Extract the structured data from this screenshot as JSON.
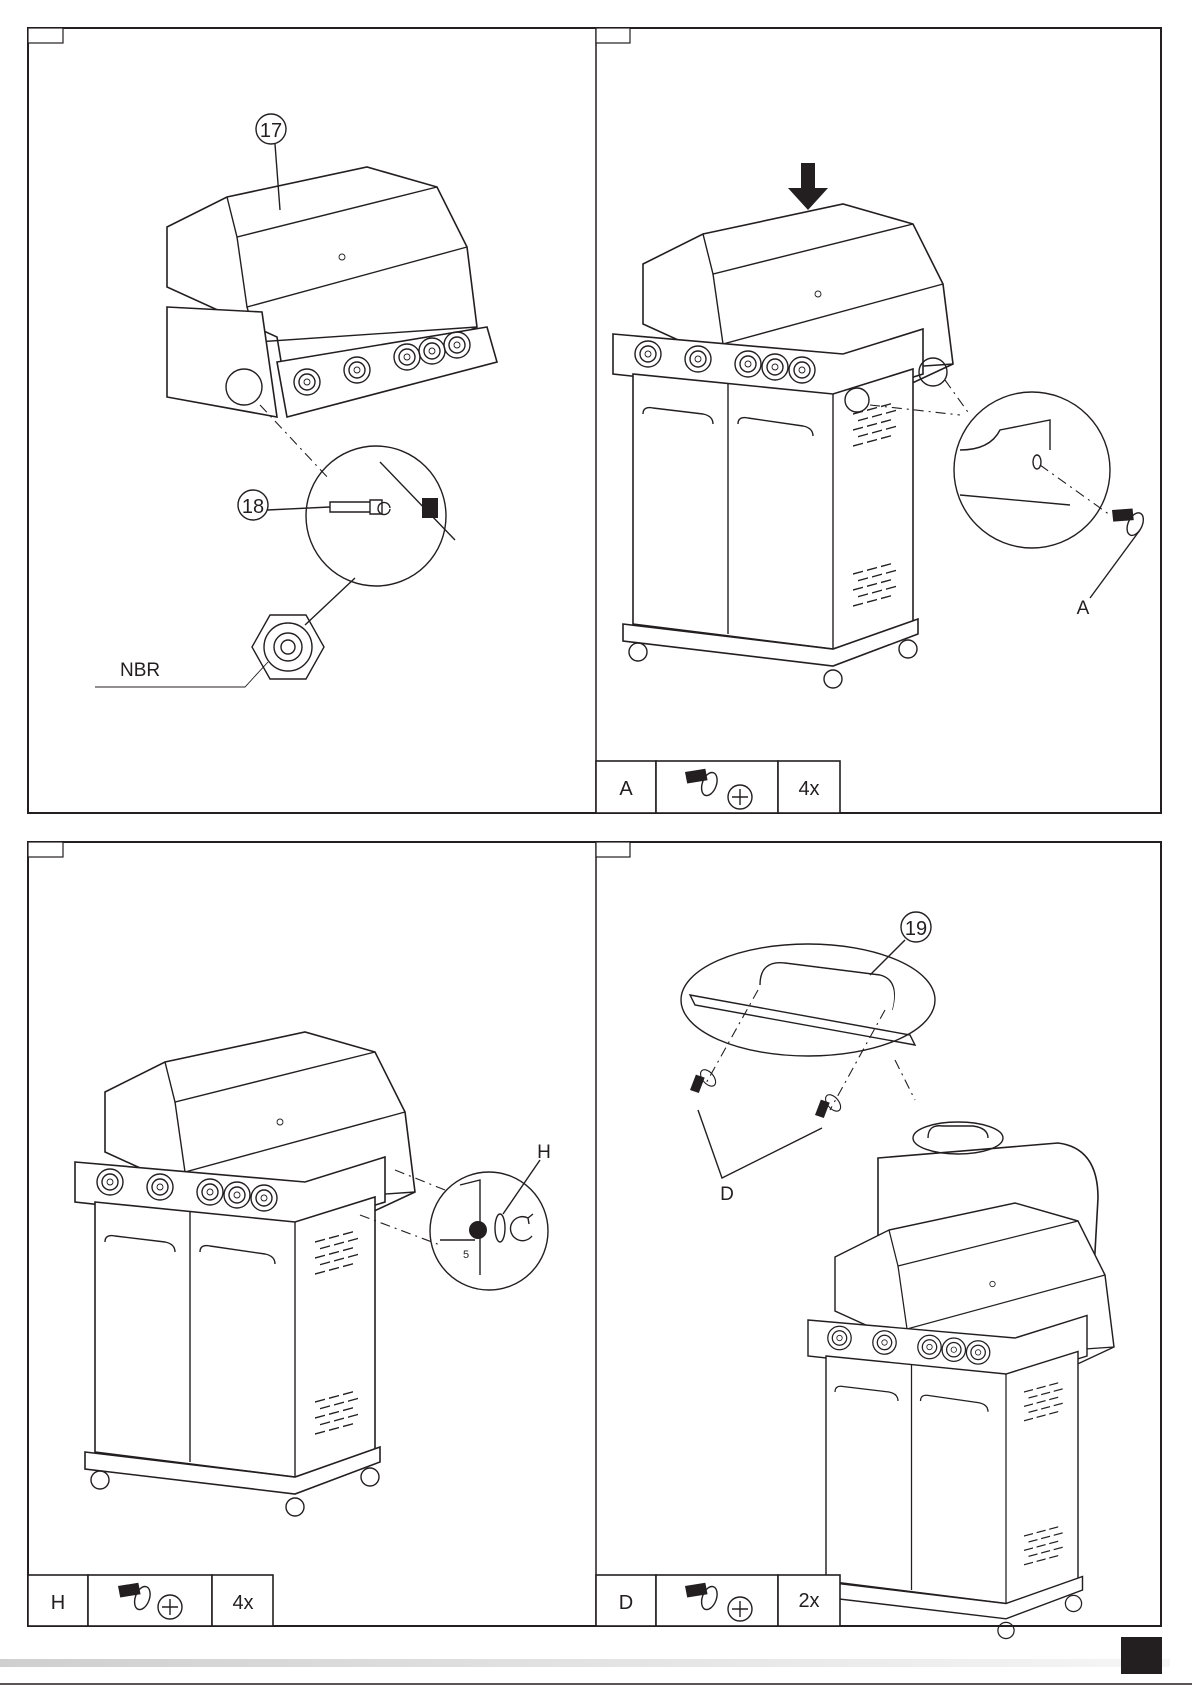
{
  "steps": [
    {
      "callouts": {
        "part_17": "17",
        "part_18": "18",
        "nbr_label": "NBR"
      }
    },
    {
      "callouts": {
        "hardware": "A"
      },
      "parts_table": {
        "letter": "A",
        "icon": "screw-icon",
        "quantity": "4x"
      }
    },
    {
      "callouts": {
        "hardware": "H"
      },
      "parts_table": {
        "letter": "H",
        "icon": "screw-icon",
        "quantity": "4x"
      }
    },
    {
      "callouts": {
        "part_19": "19",
        "hardware": "D"
      },
      "parts_table": {
        "letter": "D",
        "icon": "screw-icon",
        "quantity": "2x"
      }
    }
  ],
  "colors": {
    "ink": "#231f20",
    "page_marker": "#231f20"
  }
}
